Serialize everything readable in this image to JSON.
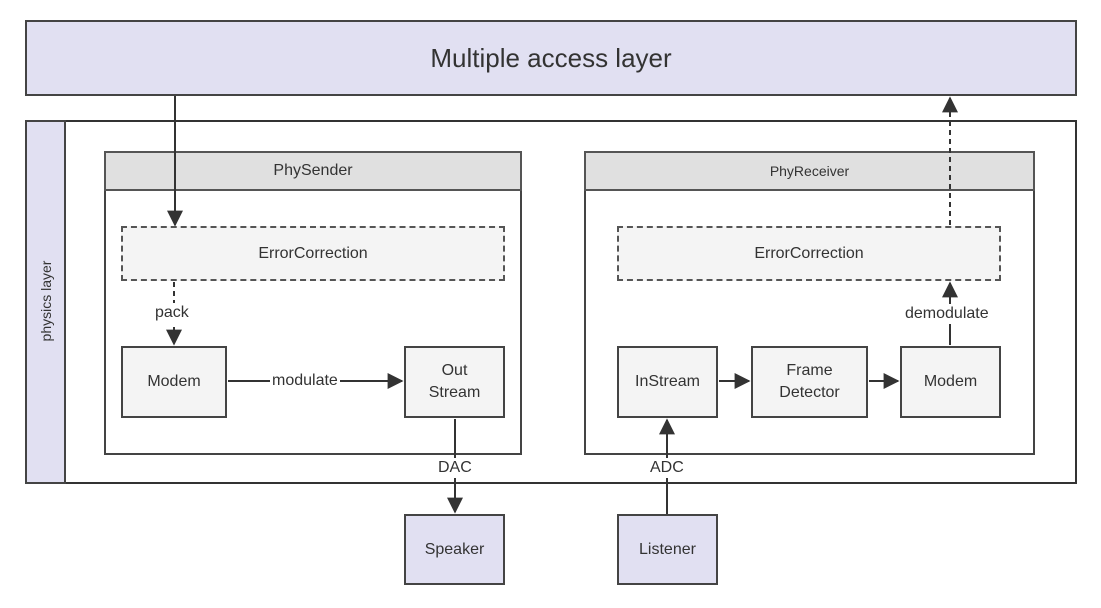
{
  "multiple_access_layer": "Multiple access layer",
  "physics_layer_label": "physics layer",
  "sender": {
    "title": "PhySender",
    "error_correction": "ErrorCorrection",
    "modem": "Modem",
    "out_stream_line1": "Out",
    "out_stream_line2": "Stream",
    "edge_pack": "pack",
    "edge_modulate": "modulate"
  },
  "receiver": {
    "title": "PhyReceiver",
    "error_correction": "ErrorCorrection",
    "in_stream": "InStream",
    "frame_detector_line1": "Frame",
    "frame_detector_line2": "Detector",
    "modem": "Modem",
    "edge_demodulate": "demodulate"
  },
  "io": {
    "speaker": "Speaker",
    "listener": "Listener",
    "edge_dac": "DAC",
    "edge_adc": "ADC"
  },
  "colors": {
    "layer_fill": "#e1e0f2",
    "node_fill": "#f4f4f4",
    "header_fill": "#e0e0e0",
    "stroke": "#333333"
  }
}
